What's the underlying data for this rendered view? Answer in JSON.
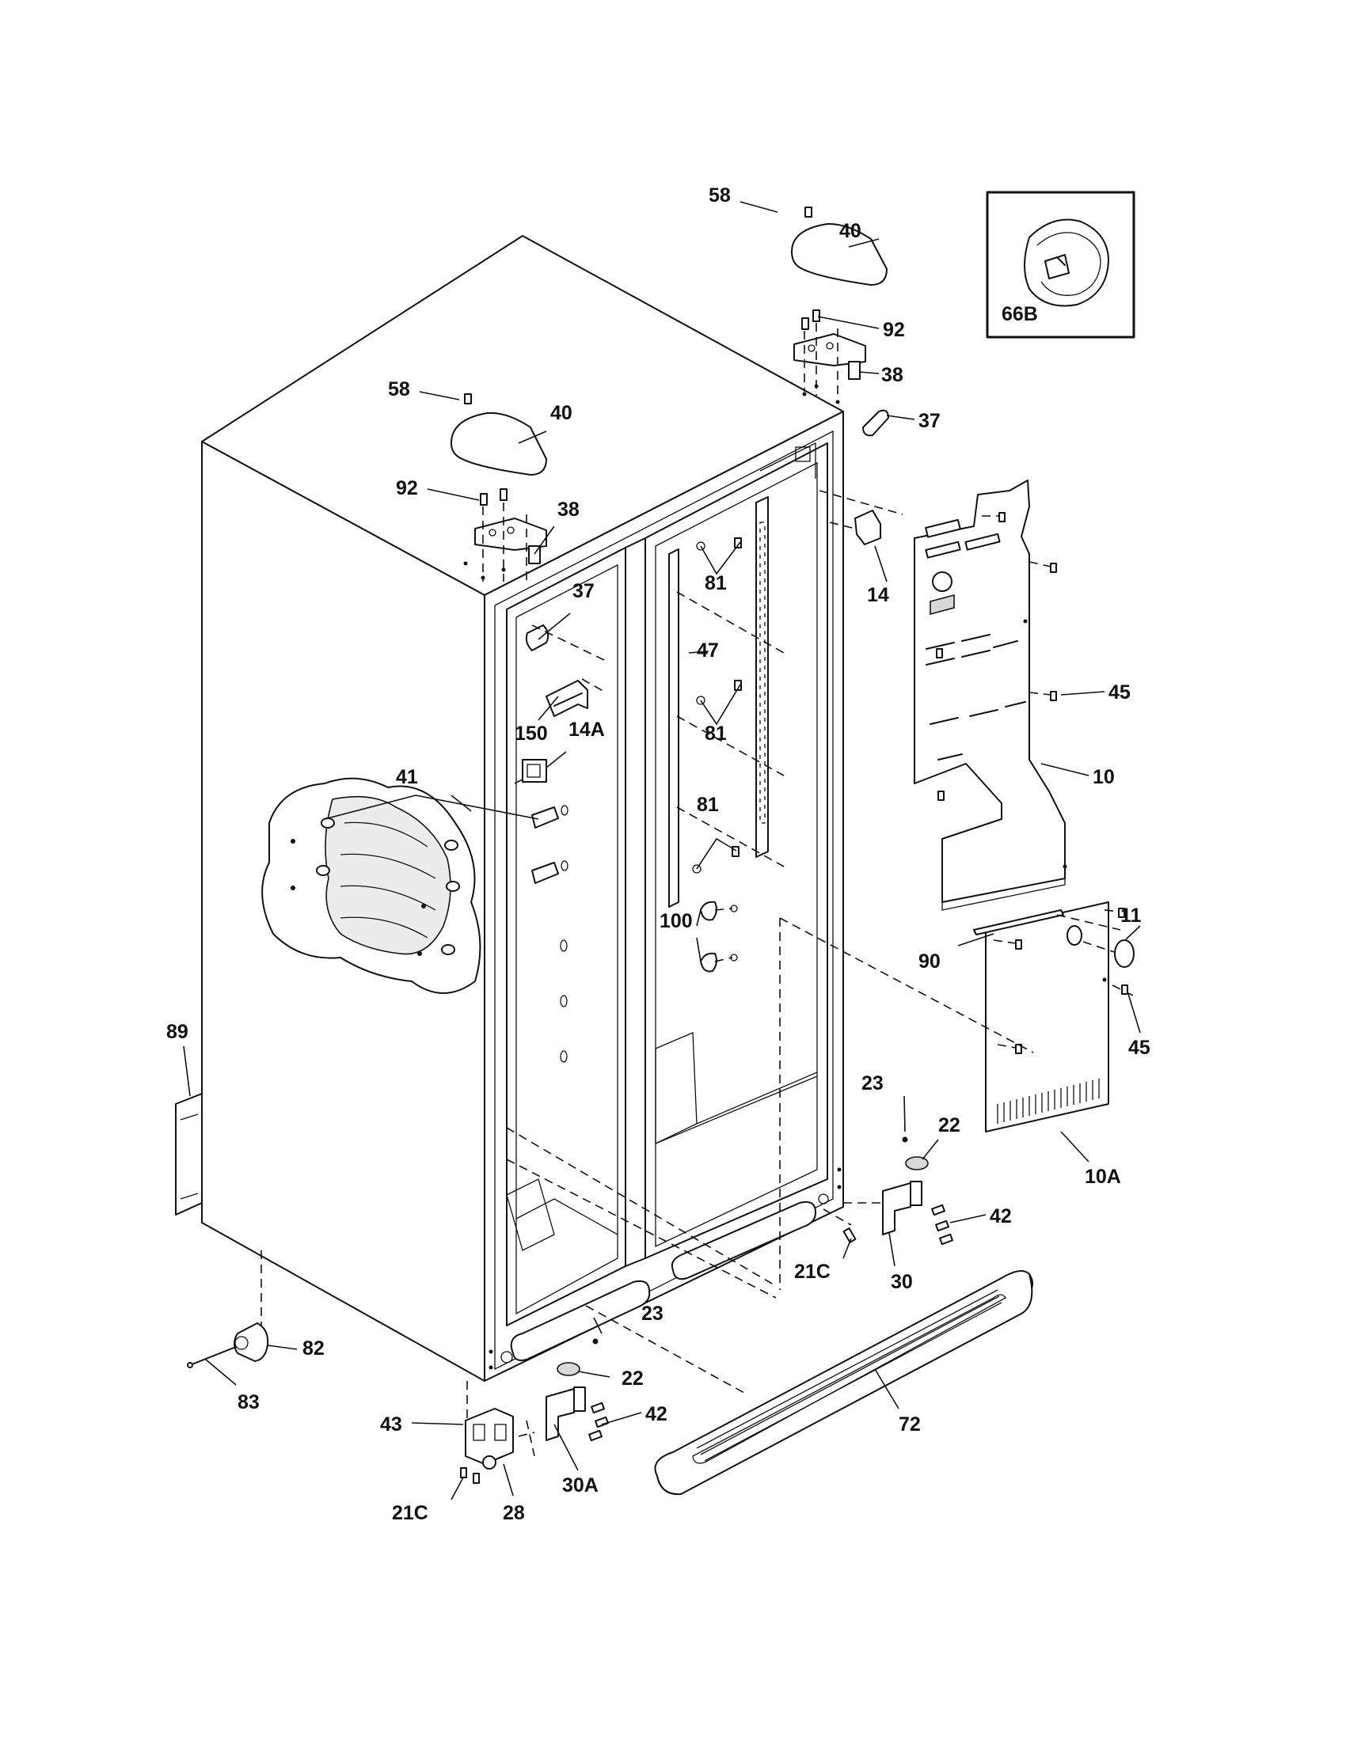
{
  "callouts": {
    "c58a": "58",
    "c58b": "58",
    "c40a": "40",
    "c40b": "40",
    "c92a": "92",
    "c92b": "92",
    "c38a": "38",
    "c38b": "38",
    "c37a": "37",
    "c37b": "37",
    "c66b": "66B",
    "c81a": "81",
    "c81b": "81",
    "c81c": "81",
    "c14": "14",
    "c14a": "14A",
    "c47": "47",
    "c150": "150",
    "c45a": "45",
    "c45b": "45",
    "c10": "10",
    "c10a": "10A",
    "c41": "41",
    "c100": "100",
    "c11": "11",
    "c90": "90",
    "c89": "89",
    "c23a": "23",
    "c23b": "23",
    "c22a": "22",
    "c22b": "22",
    "c42a": "42",
    "c42b": "42",
    "c30": "30",
    "c30a": "30A",
    "c21ca": "21C",
    "c21cb": "21C",
    "c72": "72",
    "c82": "82",
    "c83": "83",
    "c43": "43",
    "c28": "28"
  }
}
